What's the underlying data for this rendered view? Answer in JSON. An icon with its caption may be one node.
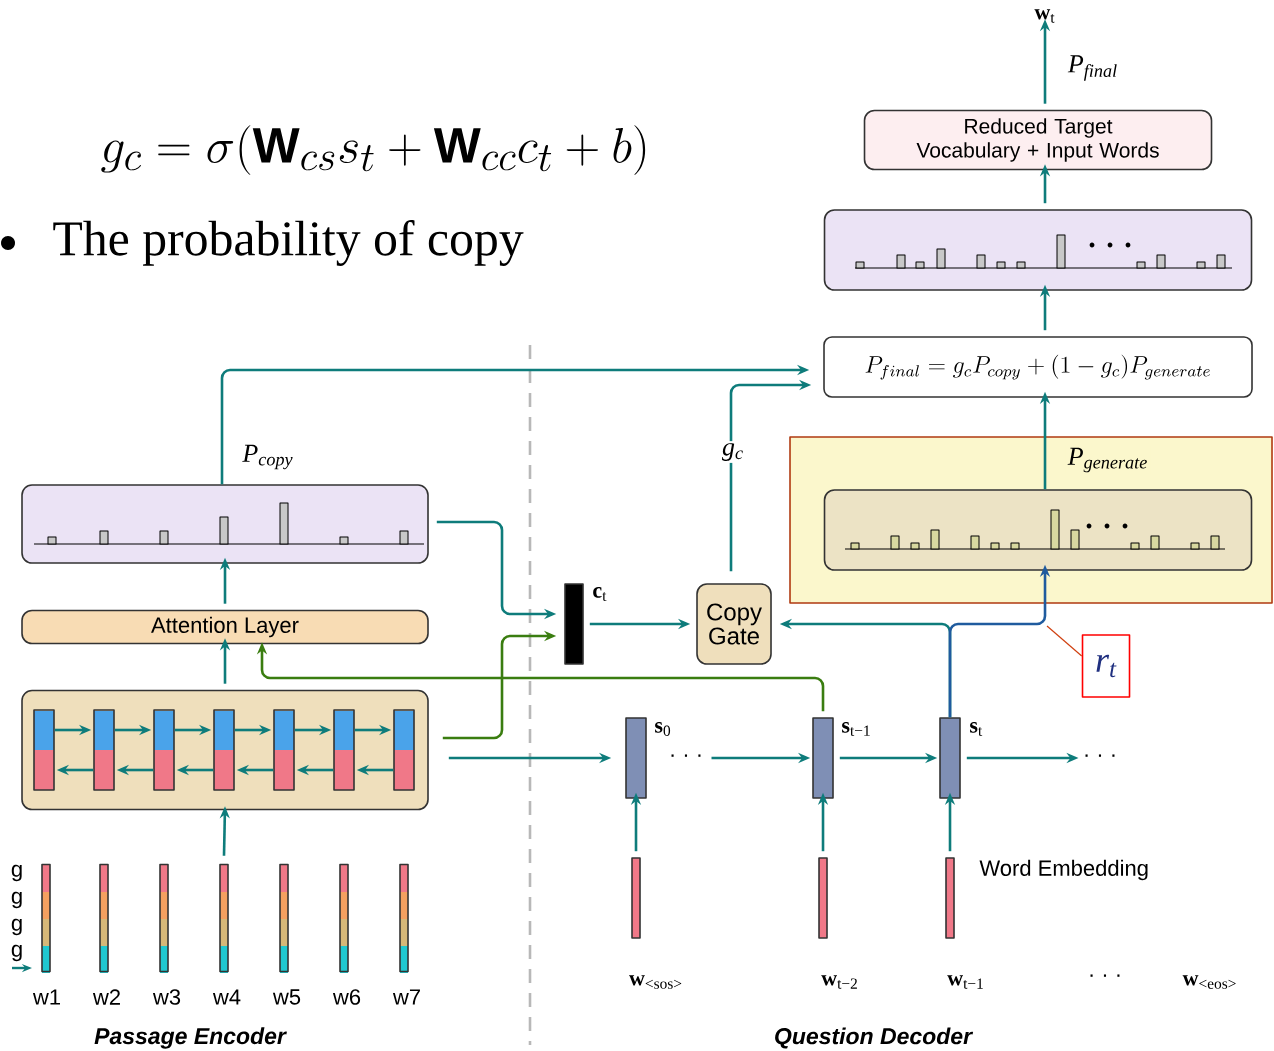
{
  "diagram": {
    "nodes": [
      {
        "text": [],
        "shape": "box"
      },
      {
        "text": [
          "Attention Layer"
        ]
      },
      {
        "text": [],
        "shape": "box"
      },
      {
        "text": [],
        "shape": "bar",
        "in": 2
      },
      {
        "text": [],
        "shape": "bar",
        "in": 2
      },
      {
        "text": [],
        "shape": "bar",
        "in": 2
      },
      {
        "text": [],
        "shape": "bar",
        "in": 2
      },
      {
        "text": [],
        "shape": "bar",
        "in": 2
      },
      {
        "text": [],
        "shape": "bar",
        "in": 2
      },
      {
        "text": [],
        "shape": "bar",
        "in": 2
      },
      {
        "text": [],
        "shape": "bar",
        "beside": [
          "w1"
        ]
      },
      {
        "text": [],
        "shape": "bar",
        "beside": [
          "w2"
        ]
      },
      {
        "text": [],
        "shape": "bar",
        "beside": [
          "w3"
        ]
      },
      {
        "text": [],
        "shape": "bar",
        "beside": [
          "w4"
        ]
      },
      {
        "text": [],
        "shape": "bar",
        "beside": [
          "w5"
        ]
      },
      {
        "text": [],
        "shape": "bar",
        "beside": [
          "w6"
        ]
      },
      {
        "text": [],
        "shape": "bar",
        "beside": [
          "w7"
        ]
      },
      {
        "text": [],
        "shape": "bar",
        "beside": [
          "**c**$_{t}$"
        ]
      },
      {
        "text": [
          "Copy Gate"
        ]
      },
      {
        "text": [],
        "shape": "band"
      },
      {
        "text": [],
        "shape": "box",
        "in": 19
      },
      {
        "text": [
          "P_{final} = g_cP_{copy} + (1 - g_c)P_{generate}"
        ]
      },
      {
        "text": [],
        "shape": "box"
      },
      {
        "text": [
          "Reduced Target Vocabulary + Input Words"
        ]
      },
      {
        "text": [
          "**w**$_{t}$"
        ]
      },
      {
        "text": [],
        "shape": "bar",
        "beside": [
          "**s**$_{0}$"
        ]
      },
      {
        "text": [
          "· · ·"
        ]
      },
      {
        "text": [],
        "shape": "bar",
        "beside": [
          "**s**$_{t−1}$"
        ]
      },
      {
        "text": [],
        "shape": "bar",
        "beside": [
          "**s**$_{t}$"
        ]
      },
      {
        "text": [
          "· · ·"
        ]
      },
      {
        "text": [],
        "shape": "bar",
        "beside": [
          "**w**$_{<sos>}$"
        ]
      },
      {
        "text": [],
        "shape": "bar",
        "beside": [
          "**w**$_{t−2}$"
        ]
      },
      {
        "text": [],
        "shape": "bar",
        "beside": [
          "**w**$_{t−1}$"
        ]
      },
      {
        "text": [
          "r$_{t}$"
        ]
      }
    ],
    "edges": [
      {
        "from": 0,
        "to": 21,
        "arrow": "to",
        "label": "P$_{copy}$"
      },
      {
        "from": 1,
        "to": 0,
        "arrow": "to"
      },
      {
        "from": 2,
        "to": 1,
        "arrow": "to"
      },
      {
        "from": 13,
        "to": 2,
        "arrow": "to"
      },
      {
        "from": 3,
        "to": 4,
        "arrow": "to"
      },
      {
        "from": 4,
        "to": 5,
        "arrow": "to"
      },
      {
        "from": 5,
        "to": 6,
        "arrow": "to"
      },
      {
        "from": 6,
        "to": 7,
        "arrow": "to"
      },
      {
        "from": 7,
        "to": 8,
        "arrow": "to"
      },
      {
        "from": 8,
        "to": 9,
        "arrow": "to"
      },
      {
        "from": 4,
        "to": 3,
        "arrow": "to"
      },
      {
        "from": 5,
        "to": 4,
        "arrow": "to"
      },
      {
        "from": 6,
        "to": 5,
        "arrow": "to"
      },
      {
        "from": 7,
        "to": 6,
        "arrow": "to"
      },
      {
        "from": 8,
        "to": 7,
        "arrow": "to"
      },
      {
        "from": 9,
        "to": 8,
        "arrow": "to"
      },
      {
        "from": 0,
        "to": 17,
        "arrow": "to"
      },
      {
        "from": 2,
        "to": 17,
        "arrow": "to",
        "color": "#3a7d10"
      },
      {
        "from": 17,
        "to": 18,
        "arrow": "to"
      },
      {
        "from": 18,
        "to": 21,
        "arrow": "to",
        "label": "g$_{c}$"
      },
      {
        "from": 20,
        "to": 21,
        "arrow": "to",
        "label": "P$_{generate}$"
      },
      {
        "from": 21,
        "to": 22,
        "arrow": "to"
      },
      {
        "from": 22,
        "to": 23,
        "arrow": "to"
      },
      {
        "from": 23,
        "to": 24,
        "arrow": "to",
        "label": "P$_{final}$"
      },
      {
        "from": 2,
        "to": 25,
        "arrow": "to"
      },
      {
        "from": 26,
        "to": 27,
        "arrow": "to"
      },
      {
        "from": 27,
        "to": 28,
        "arrow": "to"
      },
      {
        "from": 28,
        "to": 29,
        "arrow": "to"
      },
      {
        "from": 30,
        "to": 25,
        "arrow": "to"
      },
      {
        "from": 31,
        "to": 27,
        "arrow": "to"
      },
      {
        "from": 32,
        "to": 28,
        "arrow": "to"
      },
      {
        "from": 28,
        "to": 18,
        "arrow": "to"
      },
      {
        "from": 28,
        "to": 20,
        "arrow": "to",
        "color": "#1f5b9e"
      },
      {
        "from": 27,
        "to": 1,
        "arrow": "to",
        "color": "#3a7d10"
      },
      {
        "from": 33,
        "to": null,
        "arrow": "none",
        "color": "#d04010"
      }
    ],
    "labels": [
      "g_c = \\sigma(\\mathbf{W}_{cs}s_t + \\mathbf{W}_{cc}c_t + b)",
      "The probability of copy",
      "g",
      "g",
      "g",
      "g",
      "Word Embedding",
      "· · ·",
      "**w**$_{<eos>}$",
      "Passage Encoder",
      "Question Decoder"
    ]
  }
}
